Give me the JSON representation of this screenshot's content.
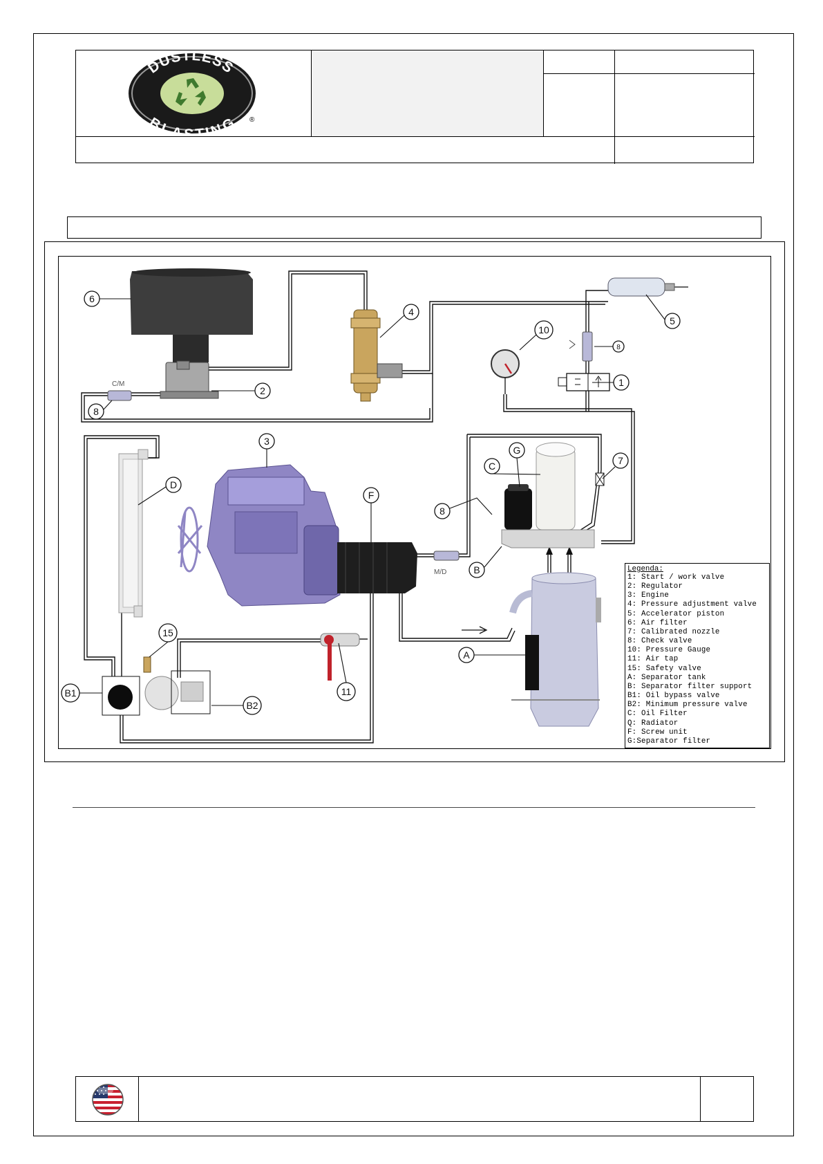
{
  "logo": {
    "top_text": "DUSTLESS",
    "bottom_text": "BLASTING",
    "mark": "®",
    "icon": "recycle-icon",
    "colors": {
      "rim": "#1a1a1a",
      "field": "#c8dd9a",
      "arrows": "#3f7a2e"
    }
  },
  "footer": {
    "flag_icon": "us-flag-icon"
  },
  "diagram": {
    "callouts": {
      "c1": "1",
      "c2": "2",
      "c3": "3",
      "c4": "4",
      "c5": "5",
      "c6": "6",
      "c7": "7",
      "c8a": "8",
      "c8b": "8",
      "c8c": "8",
      "c10": "10",
      "c11": "11",
      "c15": "15",
      "cA": "A",
      "cB": "B",
      "cB1": "B1",
      "cB2": "B2",
      "cC": "C",
      "cD": "D",
      "cF": "F",
      "cG": "G"
    },
    "valve_marks": {
      "cm": "C/M",
      "mv": "M/D"
    }
  },
  "legend": {
    "title": "Legenda:",
    "items": [
      "1: Start / work valve",
      "2: Regulator",
      "3: Engine",
      "4: Pressure adjustment valve",
      "5: Accelerator piston",
      "6: Air filter",
      "7: Calibrated nozzle",
      "8: Check valve",
      "10: Pressure Gauge",
      "11: Air tap",
      "15: Safety valve",
      "A: Separator tank",
      "B: Separator filter support",
      "B1: Oil bypass valve",
      "B2: Minimum pressure valve",
      "C: Oil Filter",
      "Q: Radiator",
      "F: Screw unit",
      "G:Separator filter"
    ]
  }
}
